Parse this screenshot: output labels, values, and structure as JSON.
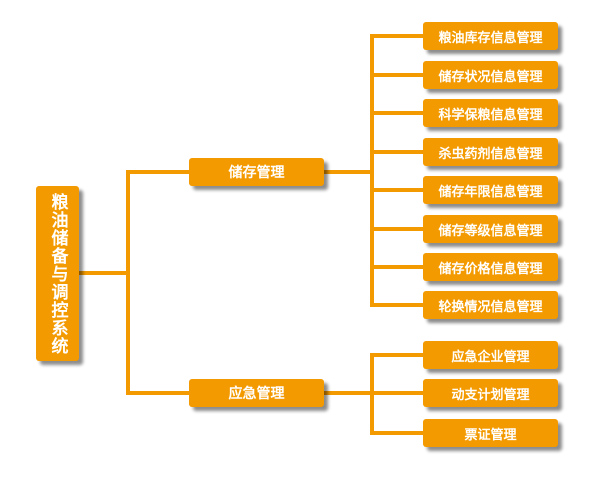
{
  "diagram": {
    "root": "粮油储备与调控系统",
    "branches": [
      {
        "label": "储存管理",
        "children": [
          "粮油库存信息管理",
          "储存状况信息管理",
          "科学保粮信息管理",
          "杀虫药剂信息管理",
          "储存年限信息管理",
          "储存等级信息管理",
          "储存价格信息管理",
          "轮换情况信息管理"
        ]
      },
      {
        "label": "应急管理",
        "children": [
          "应急企业管理",
          "动支计划管理",
          "票证管理"
        ]
      }
    ]
  },
  "colors": {
    "node_fill": "#f39a00",
    "connector": "#f39a00",
    "text": "#ffffff"
  }
}
